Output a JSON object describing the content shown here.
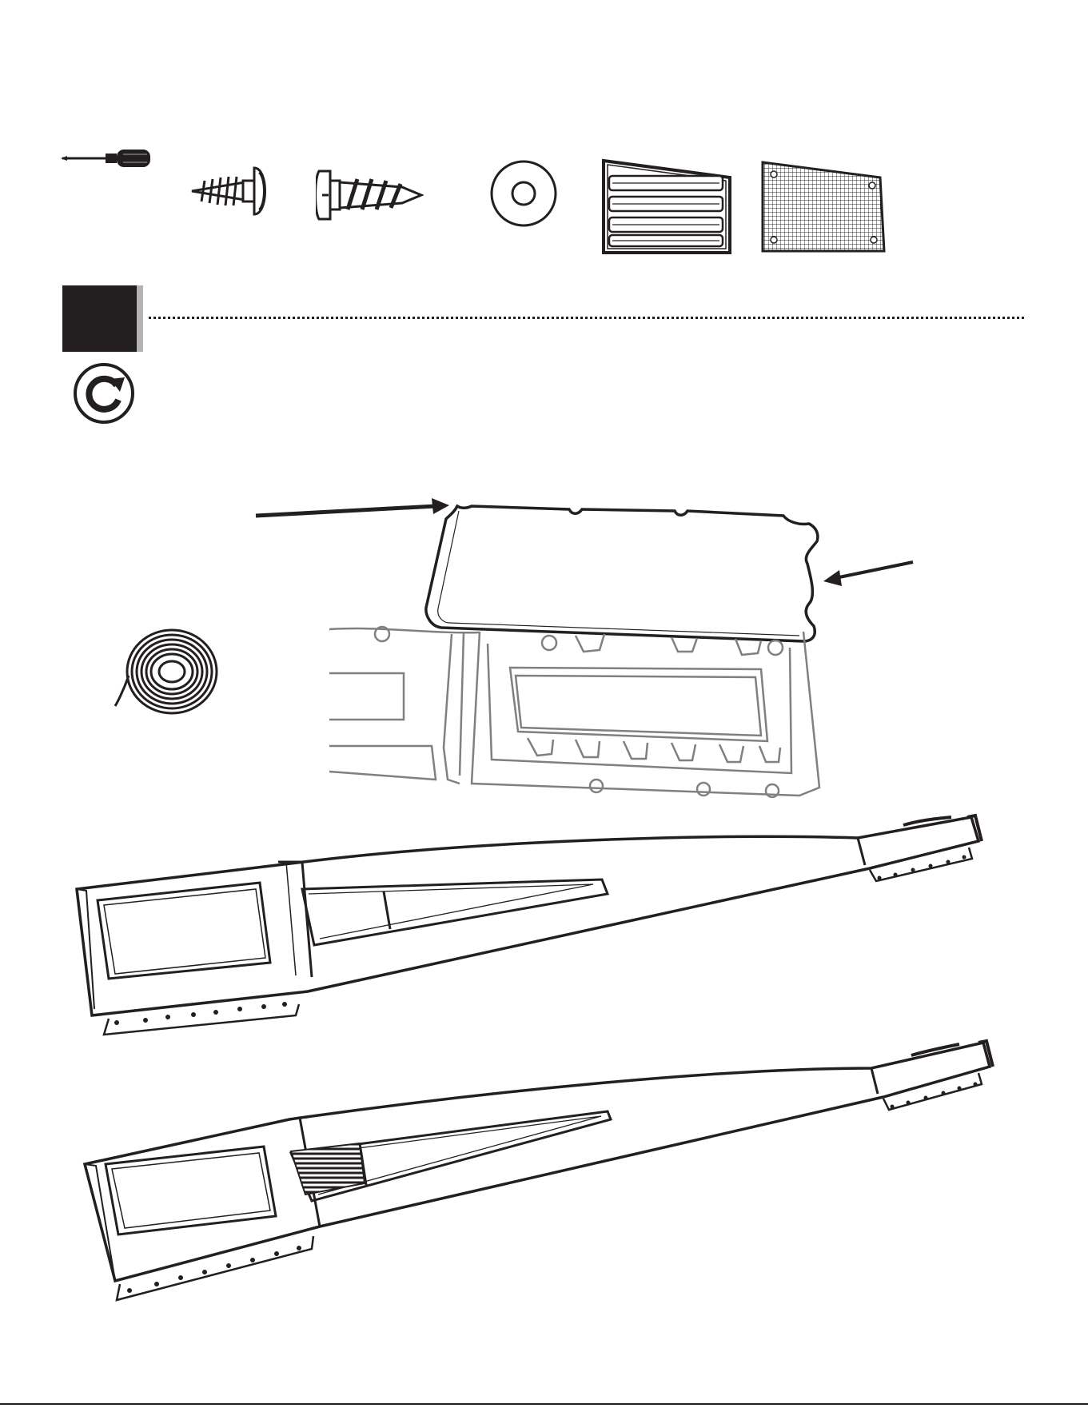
{
  "page": {
    "background": "#ffffff",
    "ink": "#231f20"
  },
  "hardware_row": {
    "items": [
      {
        "icon": "screwdriver-icon"
      },
      {
        "icon": "short-screw-icon"
      },
      {
        "icon": "long-screw-icon"
      },
      {
        "icon": "washer-icon"
      },
      {
        "icon": "louvered-vent-icon"
      },
      {
        "icon": "mesh-screen-icon"
      }
    ]
  },
  "step": {
    "number_box_color": "#231f20",
    "rotate_icon": "rotate-clockwise-icon"
  },
  "illustrations": {
    "tape_roll": "tape-roll-icon",
    "panel_detail": "panel-install-detail",
    "beam_before": "beam-without-vent",
    "beam_after": "beam-with-vent"
  }
}
